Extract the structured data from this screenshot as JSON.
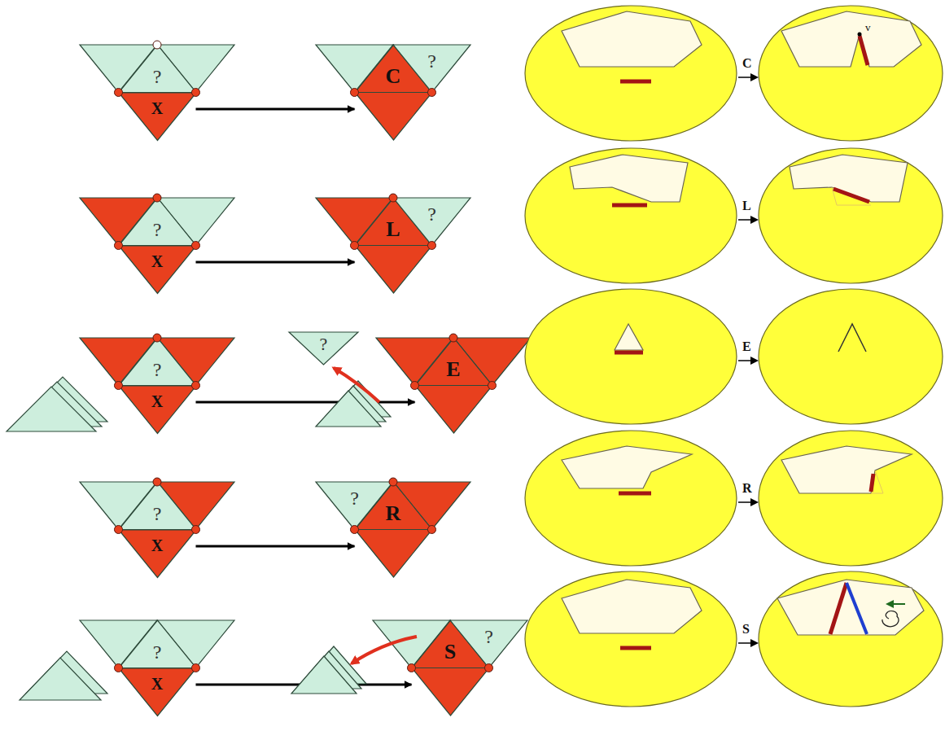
{
  "diagram": {
    "nodes": [
      {
        "text": [
          "?"
        ]
      },
      {
        "text": [
          "X"
        ]
      },
      {
        "text": [
          "C"
        ]
      },
      {
        "text": [
          "?"
        ]
      },
      {
        "text": [
          "?"
        ]
      },
      {
        "text": [
          "X"
        ]
      },
      {
        "text": [
          "L"
        ]
      },
      {
        "text": [
          "?"
        ]
      },
      {
        "text": [
          "?"
        ]
      },
      {
        "text": [
          "X"
        ]
      },
      {
        "text": [
          "?"
        ]
      },
      {
        "text": [
          "E"
        ]
      },
      {
        "text": [
          "?"
        ]
      },
      {
        "text": [
          "X"
        ]
      },
      {
        "text": [
          "?"
        ]
      },
      {
        "text": [
          "R"
        ]
      },
      {
        "text": [
          "?"
        ]
      },
      {
        "text": [
          "X"
        ]
      },
      {
        "text": [
          "S"
        ]
      },
      {
        "text": [
          "?"
        ]
      }
    ],
    "edges": [
      {
        "from": 1,
        "to": 2,
        "arrow": "to"
      },
      {
        "from": 5,
        "to": 6,
        "arrow": "to"
      },
      {
        "from": 9,
        "to": 11,
        "arrow": "to"
      },
      {
        "from": 13,
        "to": 15,
        "arrow": "to"
      },
      {
        "from": 17,
        "to": 18,
        "arrow": "to"
      }
    ],
    "labels": [
      "C",
      "v",
      "L",
      "E",
      "R",
      "S"
    ]
  }
}
